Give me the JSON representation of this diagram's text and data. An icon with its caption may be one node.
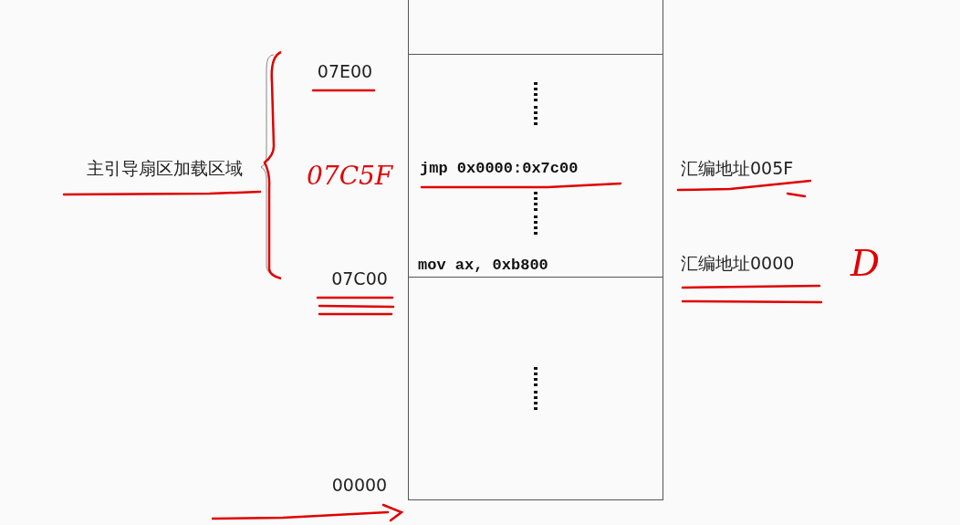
{
  "diagram": {
    "nodes": [
      {
        "text": [],
        "shape": "box"
      },
      {
        "text": [
          "jmp 0x0000:0x7c00",
          "mov ax, 0xb800"
        ]
      },
      {
        "text": [],
        "shape": "box"
      }
    ],
    "edges": [],
    "labels": [
      "07E00",
      "主引导扇区加载区域",
      "07C5F",
      "汇编地址005F",
      "汇编地址0000",
      "D",
      "07C00",
      "00000"
    ]
  }
}
